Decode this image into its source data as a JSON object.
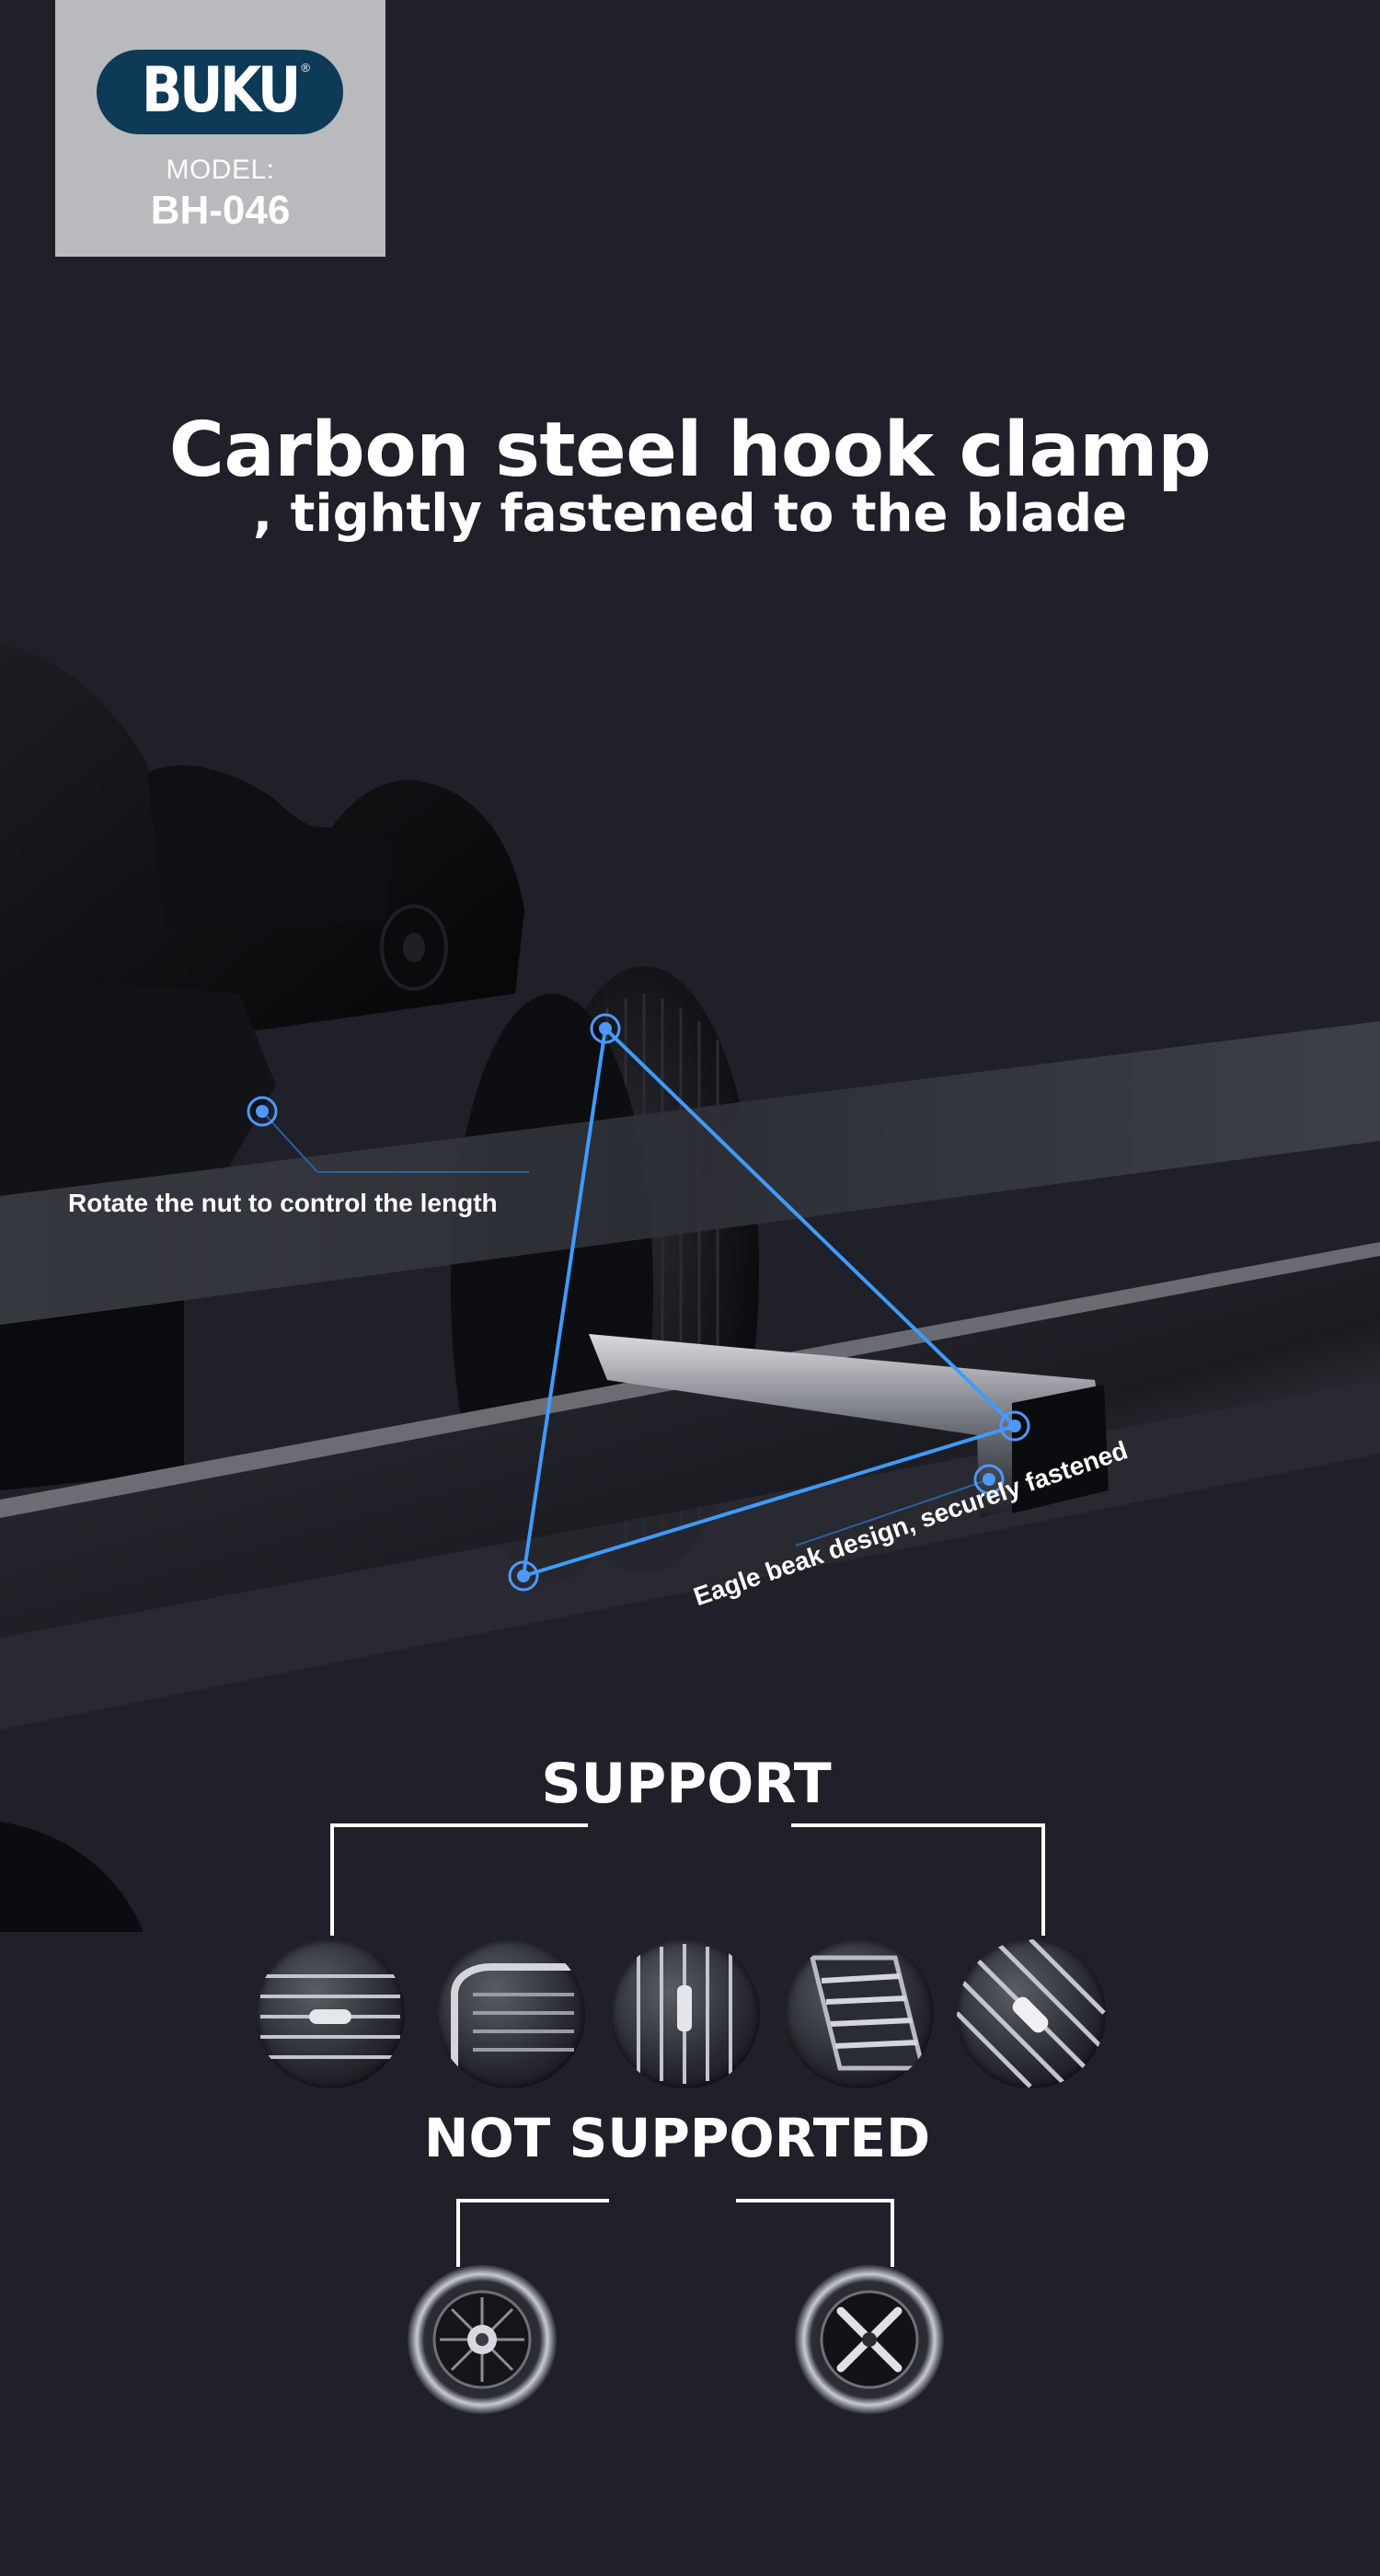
{
  "brand": {
    "logo_text": "BUKU",
    "registered_mark": "®",
    "model_label": "MODEL:",
    "model_value": "BH-046"
  },
  "headline": {
    "title": "Carbon steel hook clamp",
    "subtitle": ", tightly fastened to the blade"
  },
  "callouts": {
    "rotate": "Rotate the nut to control the length",
    "eagle": "Eagle beak design, securely fastened"
  },
  "support": {
    "title": "SUPPORT",
    "vents": [
      "horizontal-vent-icon",
      "angled-vent-icon",
      "vertical-vent-icon",
      "slanted-vent-icon",
      "diagonal-vent-icon"
    ]
  },
  "not_supported": {
    "title": "NOT SUPPORTED",
    "vents": [
      "round-vent-icon",
      "cross-round-vent-icon"
    ]
  },
  "colors": {
    "background": "#1f2029",
    "brand_box": "#b9babd",
    "logo": "#0d3a57",
    "accent_blue": "#3f9bff"
  }
}
